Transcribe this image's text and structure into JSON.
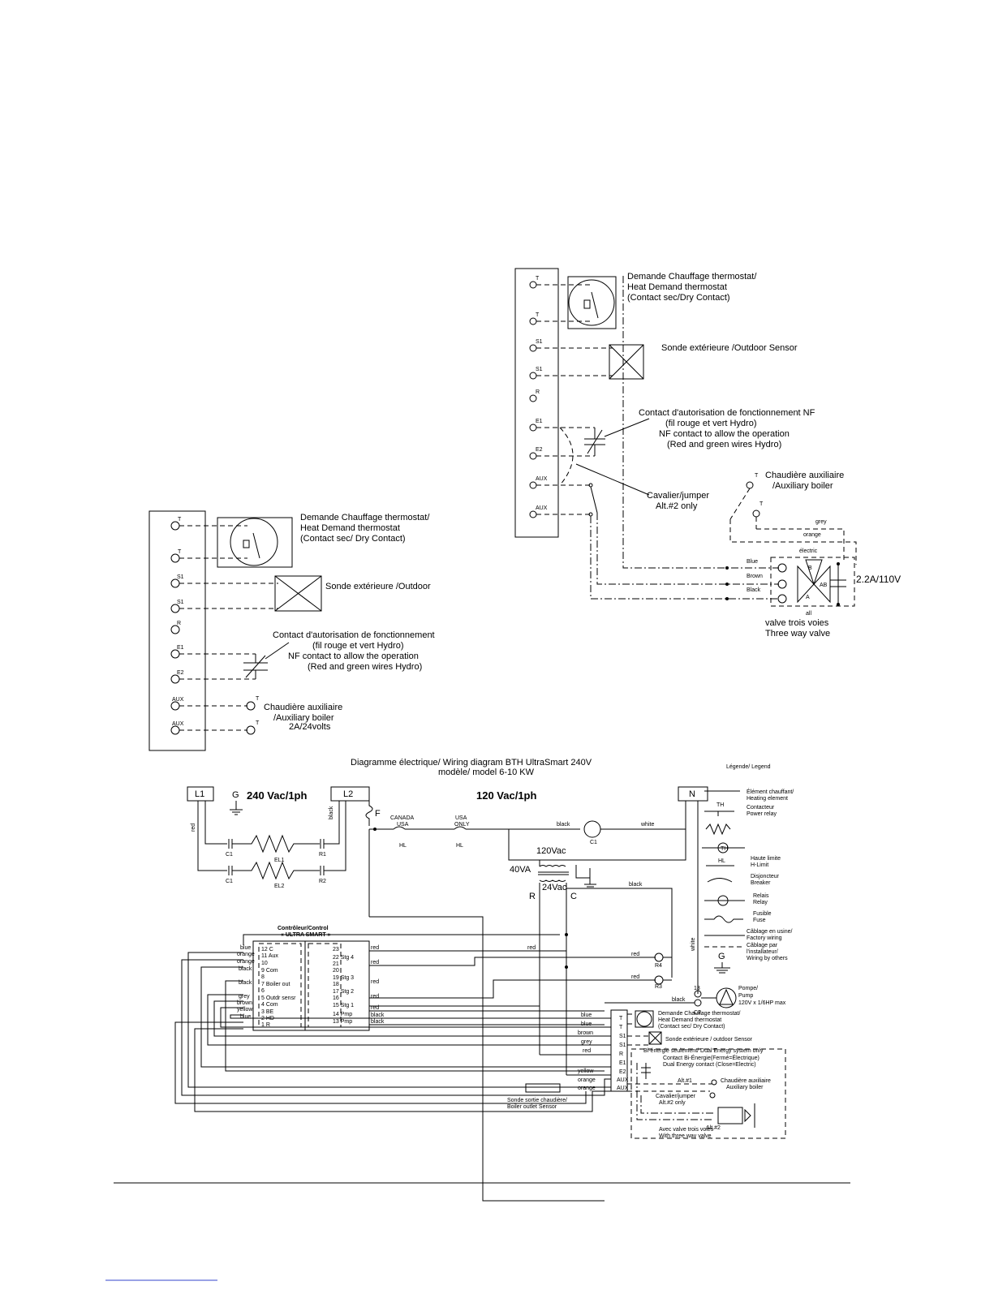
{
  "upper_right_diagram": {
    "terminals": [
      "T",
      "T",
      "S1",
      "S1",
      "R",
      "E1",
      "E2",
      "AUX",
      "AUX"
    ],
    "thermostat_label": [
      "Demande Chauffage thermostat/",
      "Heat Demand thermostat",
      "(Contact sec/Dry Contact)"
    ],
    "sensor_label": "Sonde extérieure /Outdoor Sensor",
    "nf_contact_label": [
      "Contact d'autorisation de fonctionnement NF",
      "(fil rouge et vert Hydro)",
      "NF contact to allow the operation",
      "(Red and green wires Hydro)"
    ],
    "jumper_label": [
      "Cavalier/jumper",
      "Alt.#2 only"
    ],
    "aux_boiler_label": [
      "Chaudière auxiliaire",
      "/Auxiliary boiler"
    ],
    "aux_terminals": [
      "T",
      "T"
    ],
    "wire_labels": [
      "grey",
      "orange",
      "électric",
      "Blue",
      "Brown",
      "Black"
    ],
    "valve_letters": [
      "B",
      "AB",
      "A"
    ],
    "valve_wire_bottom": "all",
    "rating": "2.2A/110V",
    "valve_label": [
      "valve trois voies",
      "Three way valve"
    ]
  },
  "left_diagram": {
    "terminals": [
      "T",
      "T",
      "S1",
      "S1",
      "R",
      "E1",
      "E2",
      "AUX",
      "AUX"
    ],
    "thermostat_label": [
      "Demande Chauffage thermostat/",
      "Heat Demand thermostat",
      "(Contact sec/ Dry Contact)"
    ],
    "sensor_label": "Sonde extérieure /Outdoor",
    "nf_contact_label": [
      "Contact d'autorisation de fonctionnement",
      "(fil rouge et vert Hydro)",
      "NF contact to allow the operation",
      "(Red and green wires Hydro)"
    ],
    "aux_boiler_label": [
      "Chaudière auxiliaire",
      "/Auxiliary boiler",
      "2A/24volts"
    ],
    "aux_terminals": [
      "T",
      "T"
    ]
  },
  "main_diagram": {
    "title": "Diagramme électrique/ Wiring diagram BTH UltraSmart 240V",
    "subtitle": "modèle/ model 6-10 KW",
    "supply": {
      "l1": "L1",
      "l2": "L2",
      "n": "N",
      "g": "G",
      "v240": "240 Vac/1ph",
      "v120": "120 Vac/1ph",
      "fuse": "F"
    },
    "wires": {
      "red": "red",
      "black": "black",
      "white": "white"
    },
    "hl_labels": [
      [
        "CANADA",
        "USA",
        "HL"
      ],
      [
        "USA",
        "ONLY",
        "HL"
      ]
    ],
    "elements": {
      "e1": "EL1",
      "e2": "EL2",
      "c1": "C1",
      "c2": "C1",
      "r1": "R1",
      "r2": "R2",
      "pump_contact": "C1"
    },
    "transformer": {
      "va": "40VA",
      "primary": "120Vac",
      "secondary": "24Vac",
      "r": "R",
      "c": "C"
    },
    "controller_title": [
      "Contrôleur/Control",
      "« ULTRA SMART »"
    ],
    "controller_rows": [
      "12 C",
      "11 Aux",
      "10",
      "9 Com",
      "8",
      "7 Boiler out",
      "6",
      "5 Outdr sensr",
      "4 Com",
      "3 BE",
      "2 HD",
      "1 R"
    ],
    "relay_rows": [
      "23",
      "22 Stg 4",
      "21",
      "20",
      "19 Stg 3",
      "18",
      "17 Stg 2",
      "16",
      "15 Stg 1",
      "14 Pmp",
      "13 Pmp"
    ],
    "wire_codes": [
      "blue",
      "orange",
      "orange",
      "black",
      "black",
      "grey",
      "brown",
      "yellow",
      "blue"
    ],
    "relay_wire_labels": [
      "red",
      "red",
      "red",
      "red",
      "red",
      "black",
      "black"
    ],
    "terminal_block": [
      "T",
      "T",
      "S1",
      "S1",
      "R",
      "E1",
      "E2",
      "AUX",
      "AUX"
    ],
    "terminal_wire_labels": [
      "blue",
      "blue",
      "brown",
      "grey",
      "red",
      "yellow",
      "orange",
      "orange"
    ],
    "loads": {
      "r4": "R4",
      "r3": "R3",
      "pump_num": "13",
      "pump_lbl": "C2"
    },
    "pump_label": [
      "Pompe/",
      "Pump",
      "120V x 1/6HP max"
    ],
    "thermostat_label": [
      "Demande Chauffage thermostat/",
      "Heat Demand thermostat",
      "(Contact sec/ Dry Contact)"
    ],
    "sensor_label": "Sonde extérieure / outdoor Sensor",
    "dual_energy_label": "Bi-énergie seulement/ Dual Energy system only",
    "dual_contact_label": [
      "Contact Bi-Énergie(Fermé=Électrique)",
      "Dual Energy contact (Close=Electric)"
    ],
    "alt1": "Alt.#1",
    "aux_boiler_label": [
      "Chaudière auxiliaire",
      "Auxiliary boiler"
    ],
    "jumper_label": [
      "Cavalier/jumper",
      "Alt.#2 only"
    ],
    "alt2": "Alt.#2",
    "valve_label": [
      "Avec valve trois voies",
      "With three way valve"
    ],
    "boiler_sensor_label": [
      "Sonde sortie chaudière/",
      "Boiler outlet Sensor"
    ]
  },
  "legend": {
    "title": "Légende/ Legend",
    "items": [
      {
        "fr": "Élément chauffant/",
        "en": "Heating element"
      },
      {
        "sym": "TH",
        "fr": "Contacteur",
        "en": "Power relay"
      },
      {
        "sym": "HL",
        "fr": "Haute limite",
        "en": "H-Limit"
      },
      {
        "fr": "Disjoncteur",
        "en": "Breaker"
      },
      {
        "fr": "Relais",
        "en": "Relay"
      },
      {
        "fr": "Fusible",
        "en": "Fuse"
      },
      {
        "fr": "Câblage en usine/",
        "en": "Factory wiring"
      },
      {
        "fr": "Câblage par",
        "en": "l'installateur/",
        "en2": "Wiring by others"
      },
      {
        "sym": "G"
      }
    ]
  }
}
